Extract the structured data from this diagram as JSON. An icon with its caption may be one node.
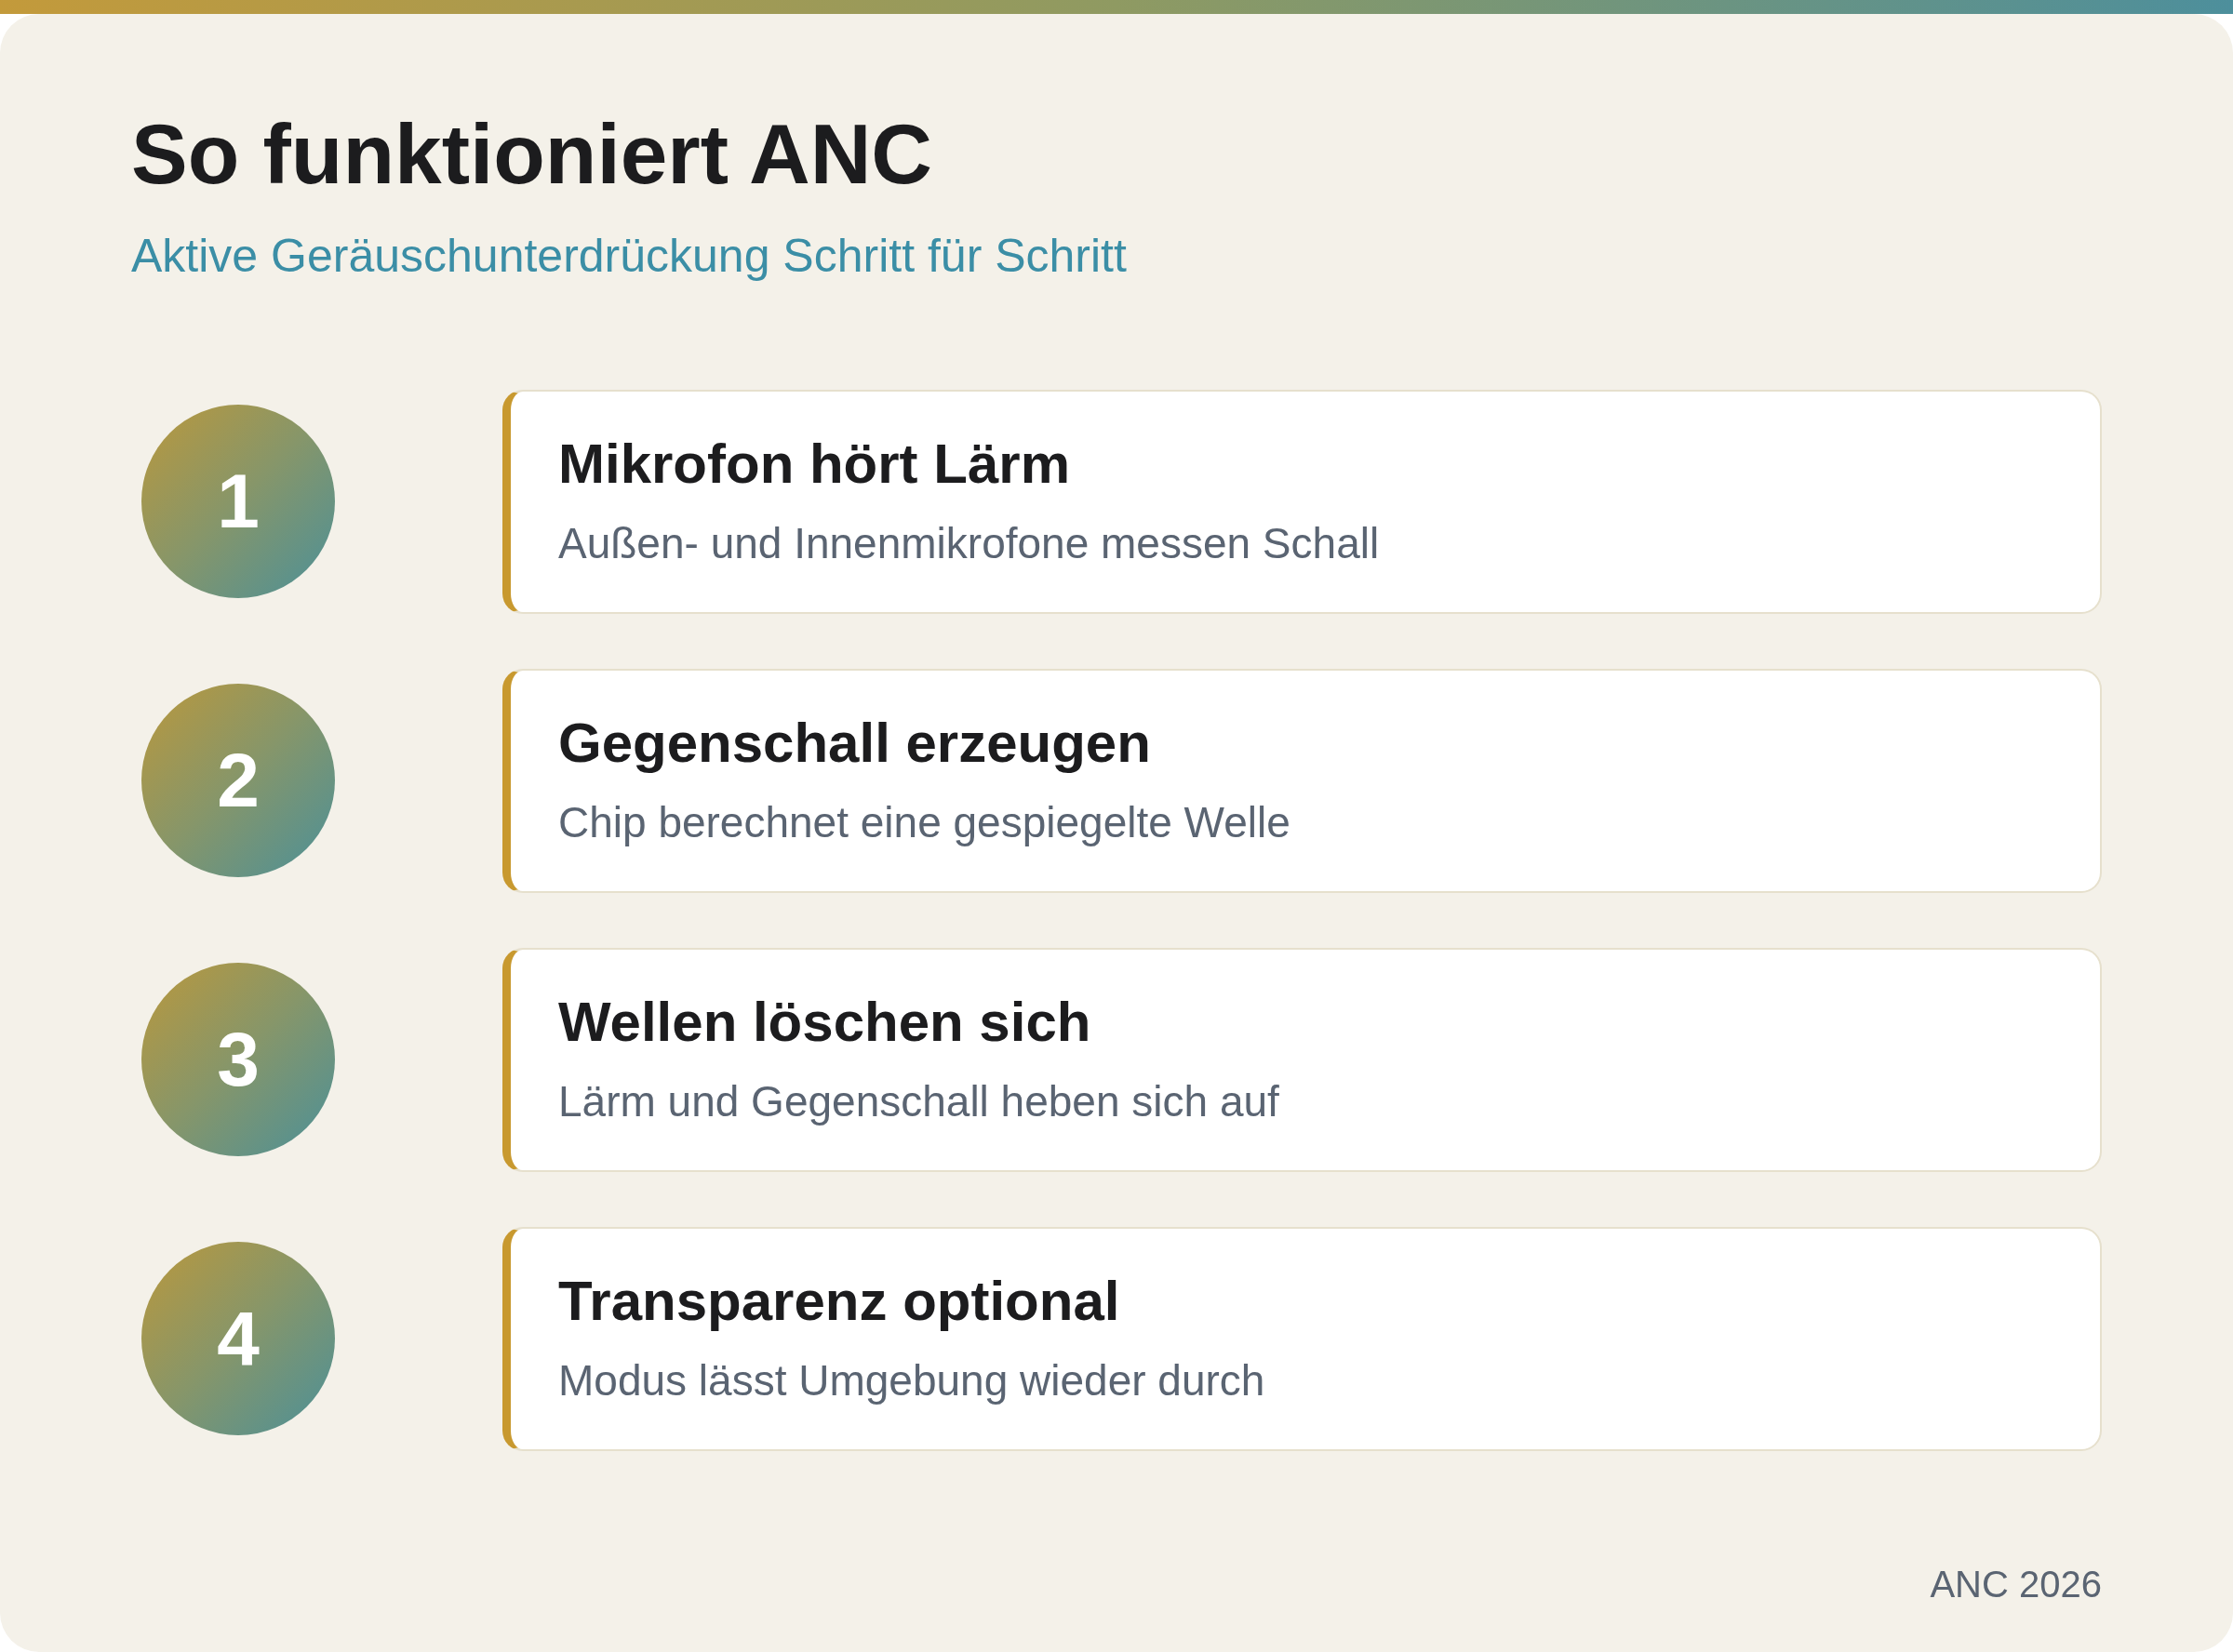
{
  "diagram": {
    "title": "So funktioniert ANC",
    "nodes": [
      {
        "text": [
          "1"
        ]
      },
      {
        "text": [
          "Mikrofon hört Lärm",
          "Außen- und Innenmikrofone messen Schall"
        ]
      },
      {
        "text": [
          "2"
        ]
      },
      {
        "text": [
          "Gegenschall erzeugen",
          "Chip berechnet eine gespiegelte Welle"
        ]
      },
      {
        "text": [
          "3"
        ]
      },
      {
        "text": [
          "Wellen löschen sich",
          "Lärm und Gegenschall heben sich auf"
        ]
      },
      {
        "text": [
          "4"
        ]
      },
      {
        "text": [
          "Transparenz optional",
          "Modus lässt Umgebung wieder durch"
        ]
      }
    ],
    "labels": [
      "Aktive Geräuschunterdrückung Schritt für Schritt",
      "ANC 2026"
    ]
  }
}
